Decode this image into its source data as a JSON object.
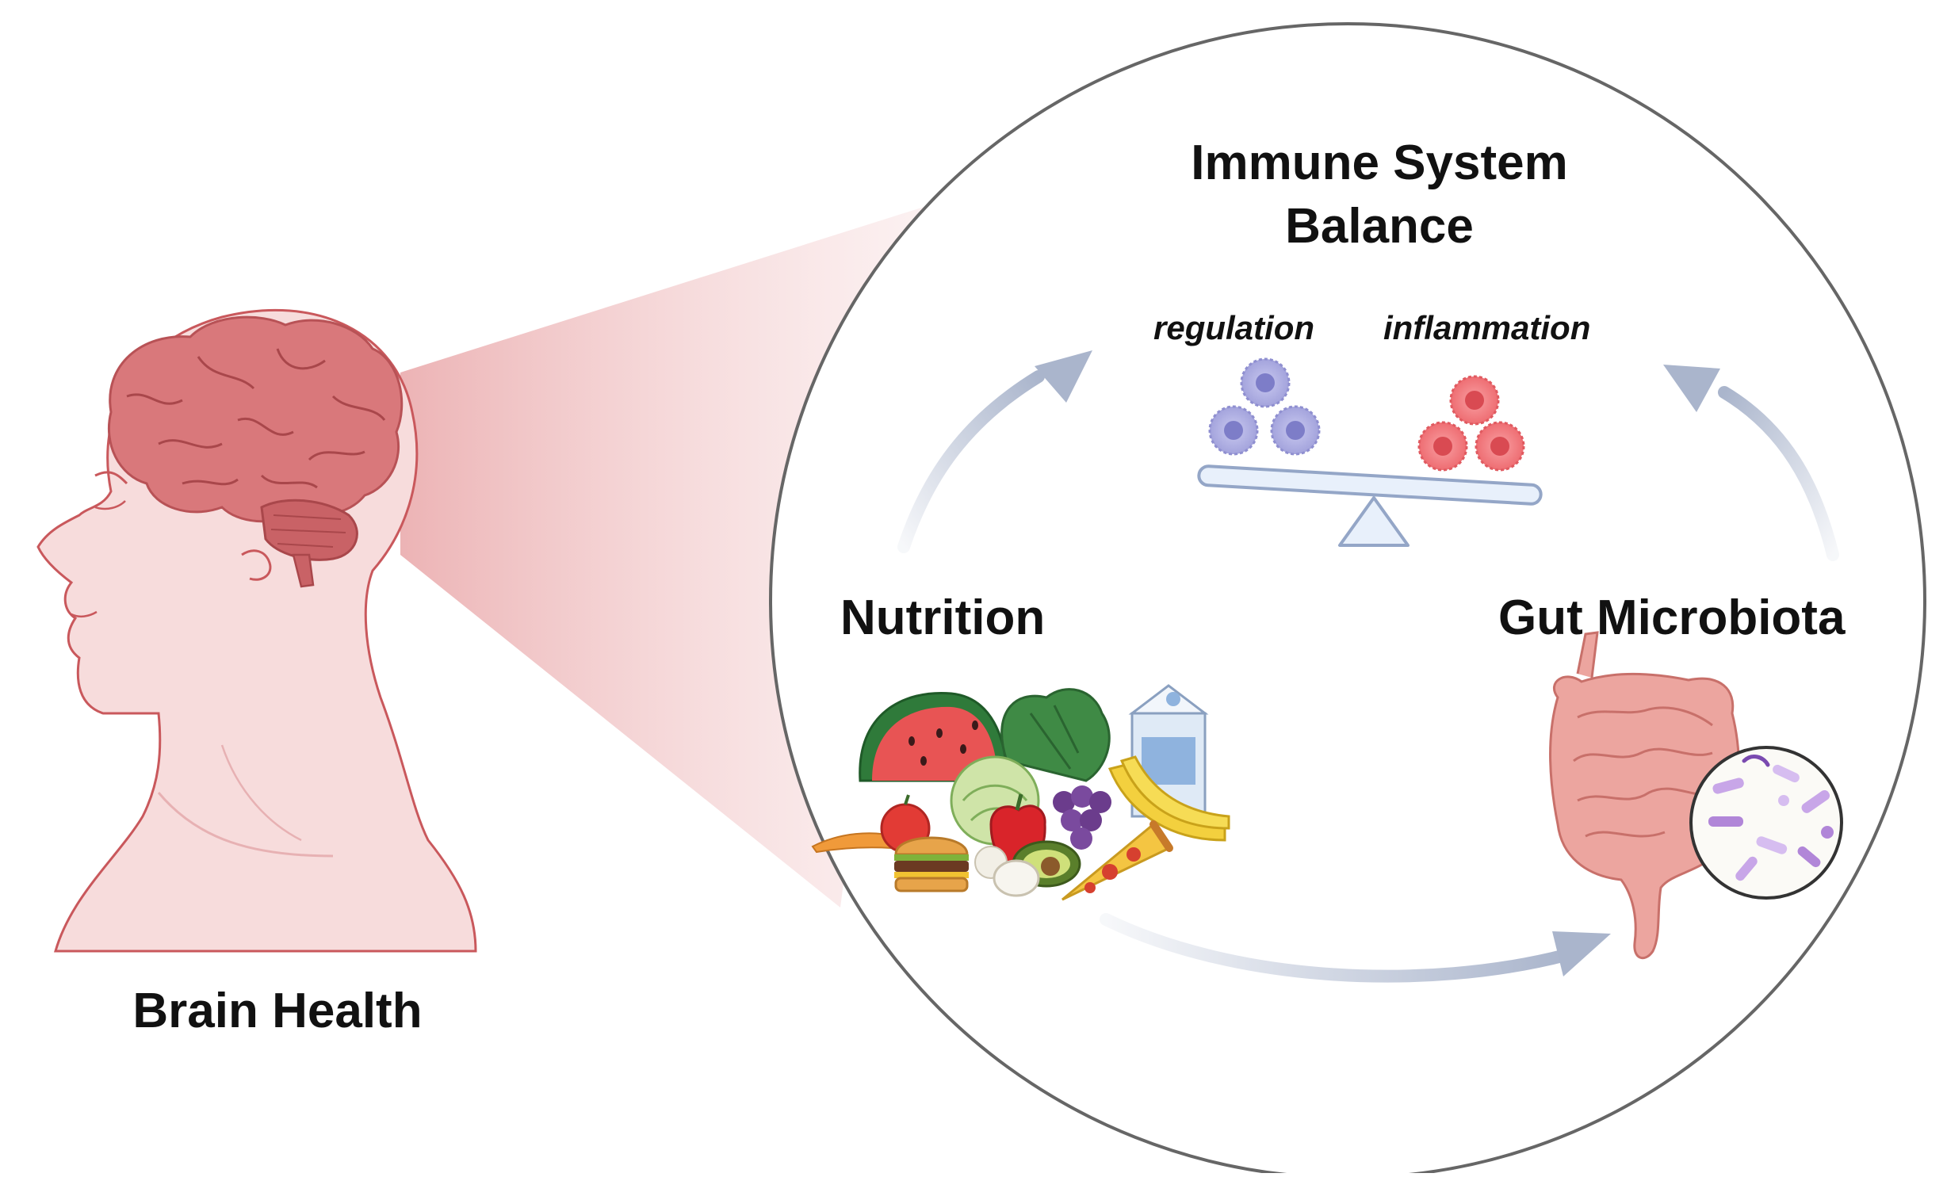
{
  "labels": {
    "immune_title_line1": "Immune System",
    "immune_title_line2": "Balance",
    "regulation": "regulation",
    "inflammation": "inflammation",
    "nutrition": "Nutrition",
    "gut_microbiota": "Gut Microbiota",
    "brain_health": "Brain Health"
  },
  "colors": {
    "text": "#111111",
    "brain": "#d9787b",
    "skin": "#f7dcdc",
    "skin_outline": "#c9585c",
    "cone": "#f3c9ca",
    "circle_outline": "#666666",
    "arrow": "#aab5cc",
    "regulation_cell": "#a7a7dd",
    "inflammation_cell": "#ef6a70",
    "gut": "#eca59f",
    "seesaw": "#e8f0fb"
  },
  "icons": {
    "head": "human-head-profile-icon",
    "brain": "brain-icon",
    "food": "food-group-icon",
    "gut": "intestines-icon",
    "bacteria": "bacteria-magnifier-icon",
    "scale": "seesaw-balance-icon"
  }
}
